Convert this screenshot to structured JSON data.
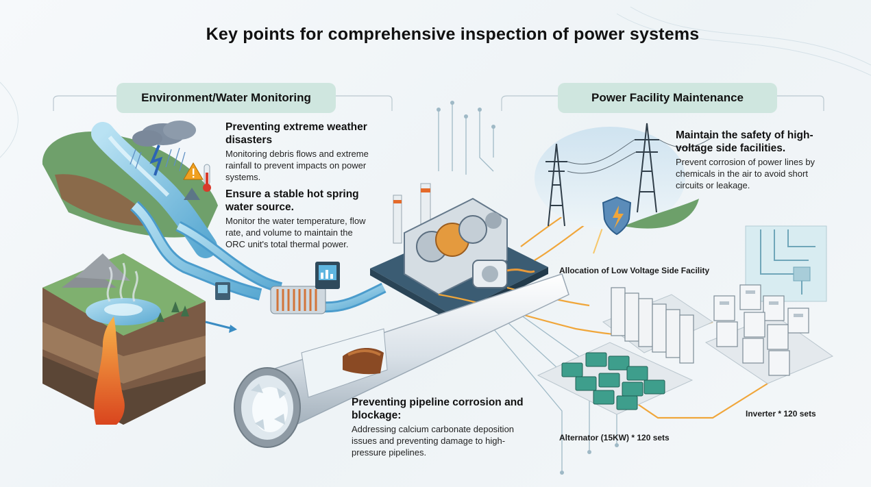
{
  "title": "Key points for comprehensive inspection of power systems",
  "sections": {
    "left": "Environment/Water Monitoring",
    "right": "Power Facility  Maintenance"
  },
  "callouts": {
    "weather": {
      "heading": "Preventing extreme weather disasters",
      "body": "Monitoring debris flows and extreme rainfall to prevent impacts on power systems."
    },
    "hot_spring": {
      "heading": "Ensure a stable hot spring water source.",
      "body": "Monitor the water temperature, flow rate, and volume to maintain the ORC unit's total thermal power."
    },
    "pipeline": {
      "heading": "Preventing pipeline corrosion and blockage:",
      "body": "Addressing calcium carbonate deposition issues and preventing damage to high-pressure pipelines."
    },
    "high_voltage": {
      "heading": "Maintain the safety of high-voltage side facilities.",
      "body": "Prevent corrosion of power lines by chemicals in the air to avoid short circuits or leakage."
    }
  },
  "labels": {
    "low_voltage": "Allocation of Low Voltage Side Facility",
    "inverter": "Inverter * 120 sets",
    "alternator": "Alternator (15KW) * 120 sets"
  },
  "colors": {
    "section_pill": "#cfe6df",
    "water": "#7cc3e3",
    "lava": "#e8672a",
    "power_flow": "#f0a63a",
    "equipment_teal": "#3e9e8c"
  }
}
